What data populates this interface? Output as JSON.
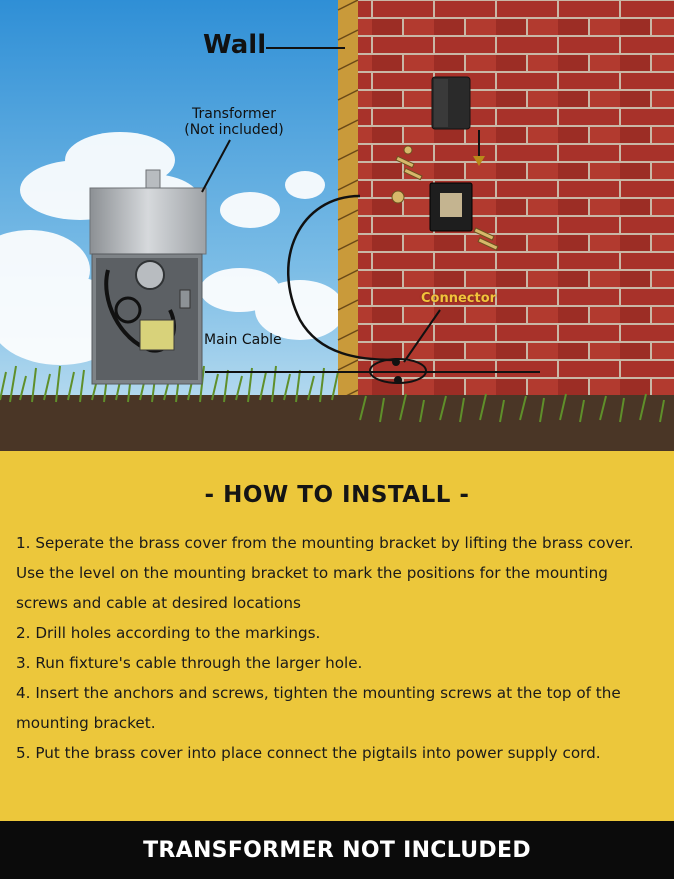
{
  "scene": {
    "wall_label": "Wall",
    "transformer_label_line1": "Transformer",
    "transformer_label_line2": "(Not included)",
    "main_cable_label": "Main Cable",
    "connector_label": "Connector"
  },
  "instructions": {
    "title": "- HOW TO INSTALL -",
    "steps": [
      "1. Seperate the brass cover from the mounting bracket by lifting the brass cover.",
      "Use the level on the mounting bracket to mark the positions for the mounting screws and cable at desired locations",
      "2. Drill holes according to the markings.",
      "3. Run fixture's cable through the larger hole.",
      "4. Insert the anchors and screws, tighten the mounting screws at the top of the mounting bracket.",
      "5. Put the brass cover into place connect the pigtails into power supply cord."
    ]
  },
  "footer": {
    "notice": "TRANSFORMER NOT INCLUDED"
  },
  "colors": {
    "panel_yellow": "#ecc73b",
    "brick_red": "#a8322a",
    "footer_black": "#0b0b0b"
  }
}
